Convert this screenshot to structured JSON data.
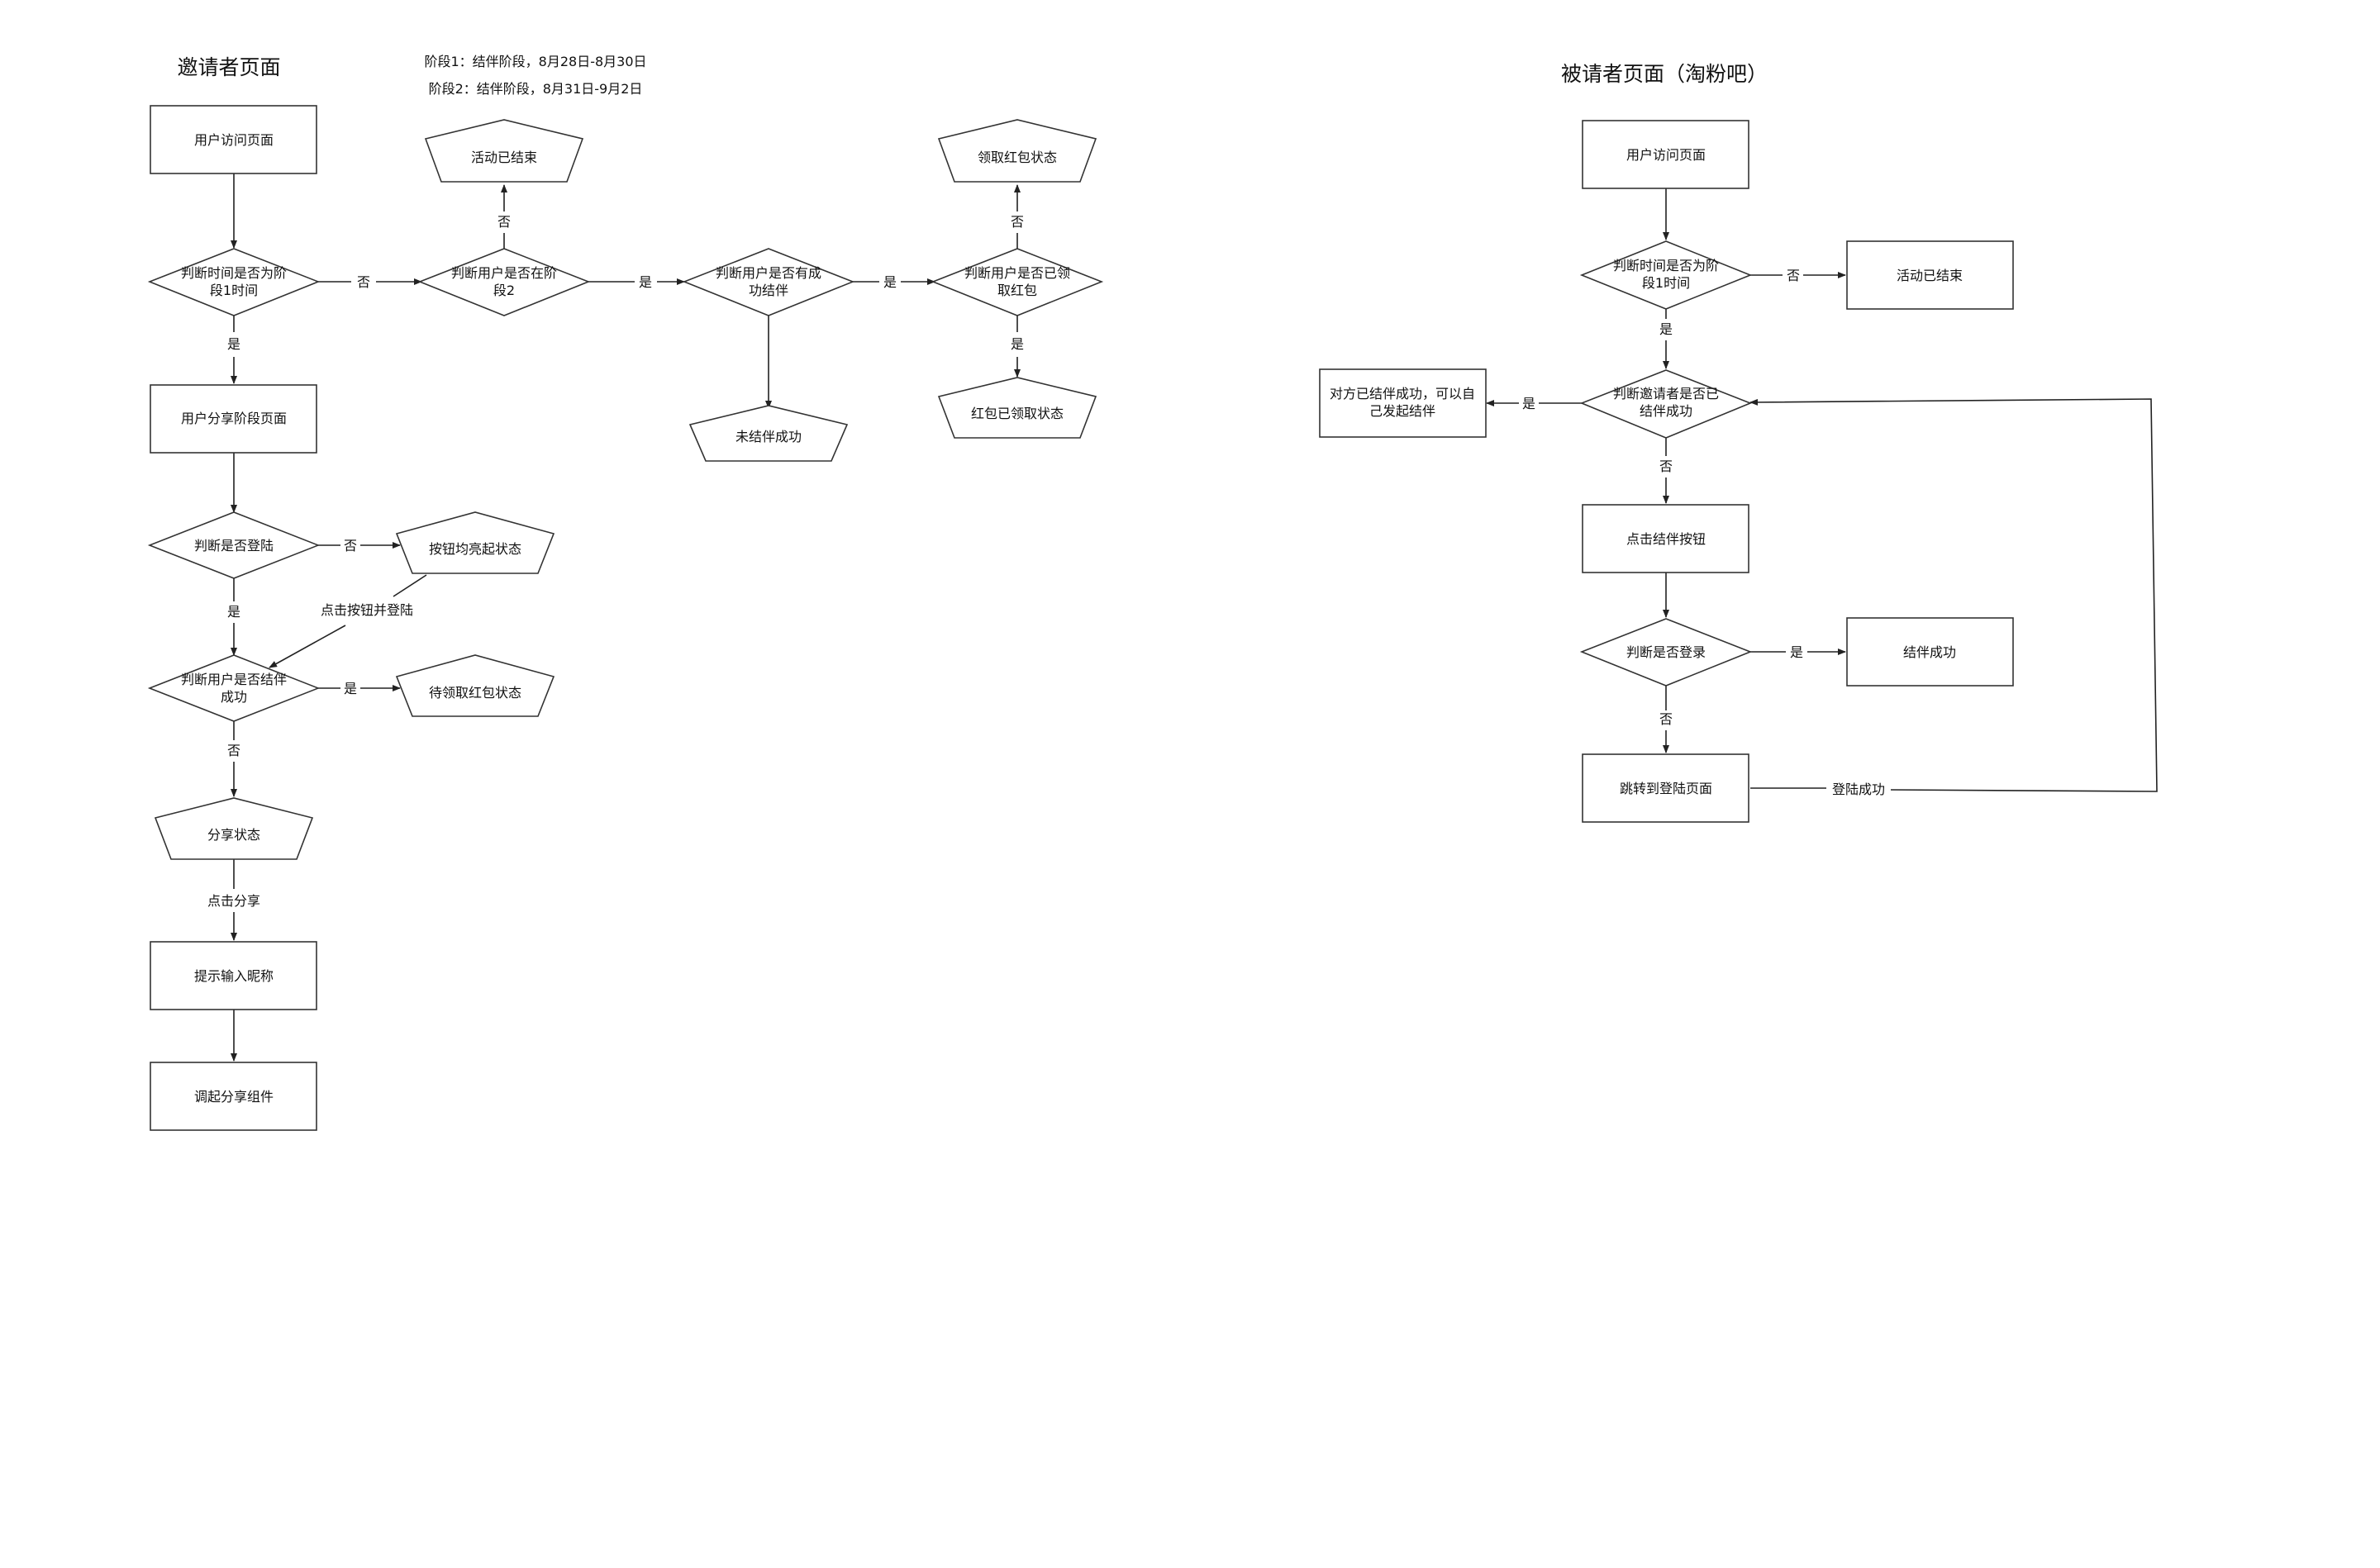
{
  "invitee_side": {
    "title": "邀请者页面",
    "phase_notes": [
      "阶段1：结伴阶段，8月28日-8月30日",
      "阶段2：结伴阶段，8月31日-9月2日"
    ],
    "nodes": {
      "visit": "用户访问页面",
      "check_phase1": "判断时间是否为阶段1时间",
      "check_phase2": "判断用户是否在阶段2",
      "ended": "活动已结束",
      "check_success": "判断用户是否有成功结伴",
      "not_partnered": "未结伴成功",
      "check_claimed": "判断用户是否已领取红包",
      "claim_state": "领取红包状态",
      "claimed_state": "红包已领取状态",
      "share_page": "用户分享阶段页面",
      "check_login": "判断是否登陆",
      "buttons_lit": "按钮均亮起状态",
      "check_partner": "判断用户是否结伴成功",
      "pending_claim": "待领取红包状态",
      "share_state": "分享状态",
      "nickname": "提示输入昵称",
      "share_widget": "调起分享组件"
    },
    "edge_labels": {
      "phase1_no": "否",
      "phase1_yes": "是",
      "phase2_no": "否",
      "phase2_yes": "是",
      "success_yes": "是",
      "claimed_no": "否",
      "claimed_yes": "是",
      "login_no": "否",
      "login_yes": "是",
      "click_login": "点击按钮并登陆",
      "partner_yes": "是",
      "partner_no": "否",
      "click_share": "点击分享"
    }
  },
  "invited_side": {
    "title": "被请者页面（淘粉吧）",
    "nodes": {
      "visit": "用户访问页面",
      "check_phase1": "判断时间是否为阶段1时间",
      "ended": "活动已结束",
      "check_inviter": "判断邀请者是否已结伴成功",
      "already": "对方已结伴成功，可以自己发起结伴",
      "click_partner": "点击结伴按钮",
      "check_login": "判断是否登录",
      "success": "结伴成功",
      "jump_login": "跳转到登陆页面"
    },
    "edge_labels": {
      "phase1_no": "否",
      "phase1_yes": "是",
      "inviter_yes": "是",
      "inviter_no": "否",
      "login_yes": "是",
      "login_no": "否",
      "login_success": "登陆成功"
    }
  },
  "colors": {
    "stroke": "#333333",
    "text": "#111111",
    "background": "#ffffff"
  }
}
